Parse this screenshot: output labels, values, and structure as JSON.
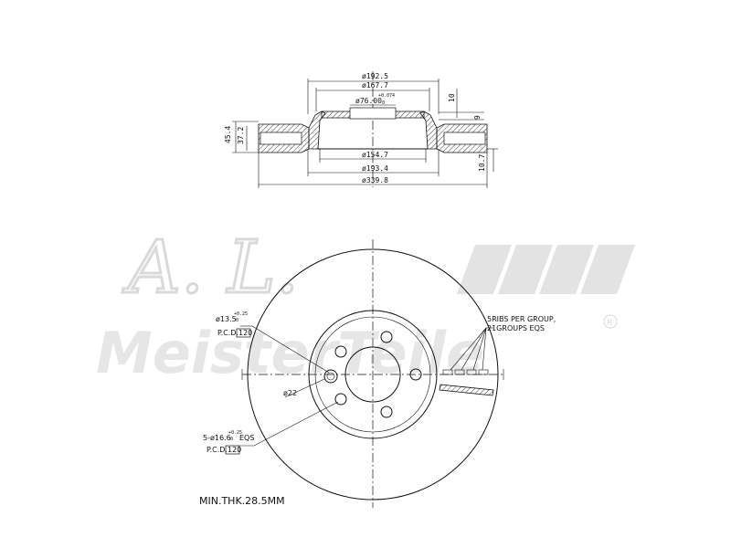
{
  "watermark": {
    "monogram": "A. L.",
    "brand": "MeisterTeile",
    "registered_mark": "R"
  },
  "section_view": {
    "dimensions": {
      "d1": "ø192.5",
      "d2": "ø167.7",
      "d3": "ø76.00",
      "d3_tol_upper": "+0.074",
      "d3_tol_lower": "0",
      "d4": "ø154.7",
      "d5": "ø193.4",
      "d6": "ø339.8",
      "h_total": "45.4",
      "h_inner": "37.2",
      "hat_offset": "10",
      "hat_thk": "9",
      "rib_h": "10.7"
    }
  },
  "front_view": {
    "bolt_hole": "ø13.5",
    "bolt_hole_tol_upper": "+0.25",
    "bolt_hole_tol_lower": "0",
    "pcd_label_1": "P.C.D.",
    "pcd_value_1": "120",
    "center_hole": "ø22",
    "stud_holes": "5-ø16.6",
    "stud_tol_upper": "+0.25",
    "stud_tol_lower": "0",
    "stud_eqs": "EQS",
    "pcd_label_2": "P.C.D.",
    "pcd_value_2": "120",
    "rib_note_1": "5RIBS PER GROUP,",
    "rib_note_2": "21GROUPS EQS"
  },
  "min_thickness": "MIN.THK.28.5MM"
}
